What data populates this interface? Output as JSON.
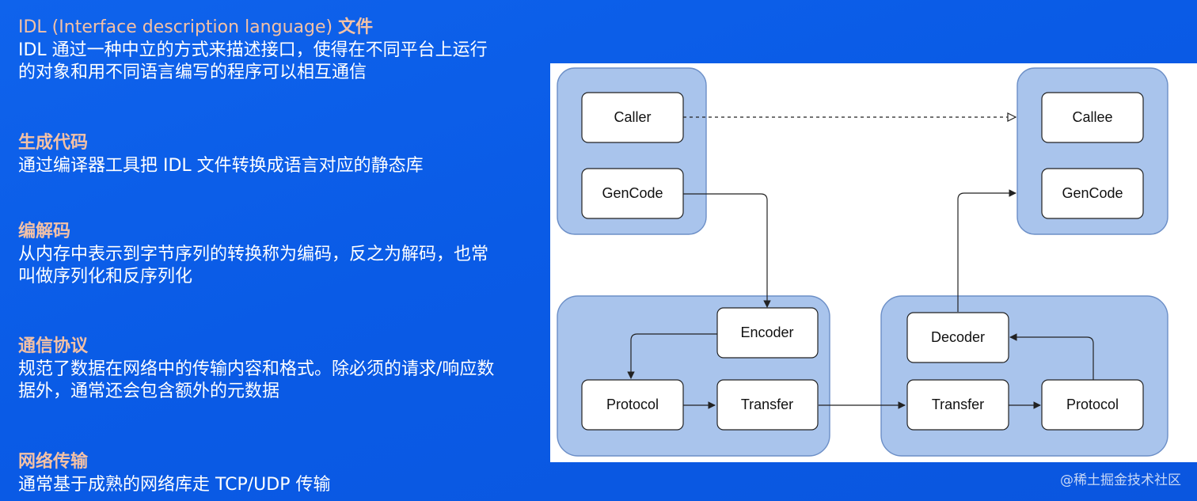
{
  "sections": [
    {
      "title_prefix": "IDL (Interface description language) ",
      "title_suffix": "文件",
      "desc": "IDL 通过一种中立的方式来描述接口，使得在不同平台上运行\n的对象和用不同语言编写的程序可以相互通信"
    },
    {
      "title": "生成代码",
      "desc": "通过编译器工具把 IDL 文件转换成语言对应的静态库"
    },
    {
      "title": "编解码",
      "desc": "从内存中表示到字节序列的转换称为编码，反之为解码，也常\n叫做序列化和反序列化"
    },
    {
      "title": "通信协议",
      "desc": "规范了数据在网络中的传输内容和格式。除必须的请求/响应数\n据外，通常还会包含额外的元数据"
    },
    {
      "title": "网络传输",
      "desc": "通常基于成熟的网络库走 TCP/UDP 传输"
    }
  ],
  "diagram": {
    "nodes": {
      "caller": "Caller",
      "gencode_left": "GenCode",
      "callee": "Callee",
      "gencode_right": "GenCode",
      "encoder": "Encoder",
      "protocol_left": "Protocol",
      "transfer_left": "Transfer",
      "decoder": "Decoder",
      "transfer_right": "Transfer",
      "protocol_right": "Protocol"
    }
  },
  "footer": "@稀土掘金技术社区",
  "colors": {
    "background": "#0a5de8",
    "title_accent": "#f3c1a6",
    "group_fill": "#a9c4ec"
  }
}
